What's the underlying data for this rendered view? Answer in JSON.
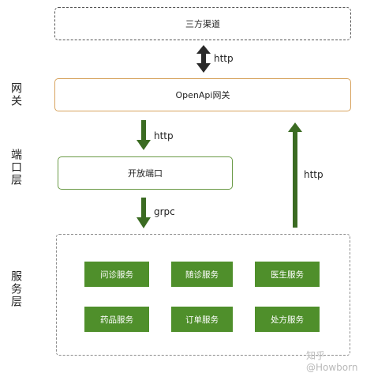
{
  "layers": {
    "gateway": "网关",
    "port": "端口层",
    "service": "服务层"
  },
  "boxes": {
    "third_party": "三方渠道",
    "openapi_gateway": "OpenApi网关",
    "open_port": "开放端口"
  },
  "services": [
    "问诊服务",
    "随诊服务",
    "医生服务",
    "药品服务",
    "订单服务",
    "处方服务"
  ],
  "edges": {
    "third_party_gateway": "http",
    "gateway_port": "http",
    "port_service": "grpc",
    "service_gateway": "http"
  },
  "colors": {
    "arrow_dark": "#2a2a2a",
    "arrow_green": "#3b6b22",
    "service_fill": "#4f8f2b",
    "gateway_border": "#d7a35e",
    "port_border": "#6a9a46"
  },
  "watermark": "知乎 @Howborn"
}
